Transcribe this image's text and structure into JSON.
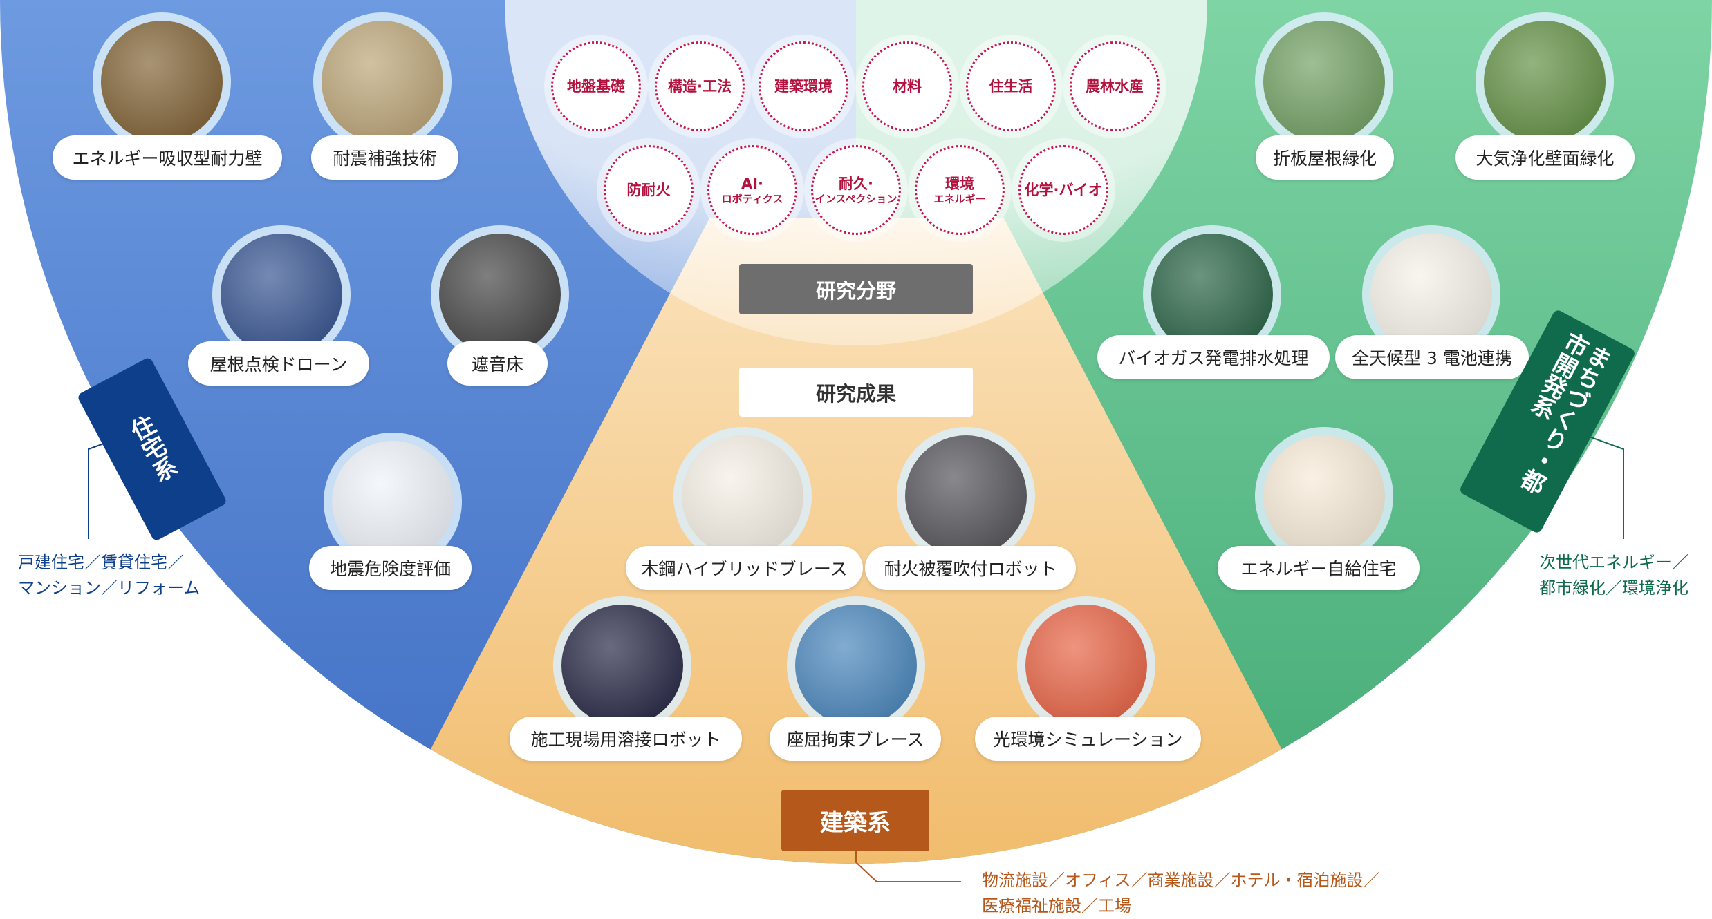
{
  "colors": {
    "housing": "#0d3f8a",
    "architecture": "#b5581c",
    "urban": "#0f6b4c",
    "field_text": "#b3123f",
    "blue_bg": "#4f80d0",
    "orange_bg": "#f3c482",
    "green_bg": "#55b985"
  },
  "research_fields": [
    {
      "label": "地盤基礎"
    },
    {
      "label": "構造·工法"
    },
    {
      "label": "建築環境"
    },
    {
      "label": "材料"
    },
    {
      "label": "住生活"
    },
    {
      "label": "農林水産"
    },
    {
      "label": "防耐火"
    },
    {
      "label": "AI·",
      "sub": "ロボティクス"
    },
    {
      "label": "耐久·",
      "sub": "インスペクション"
    },
    {
      "label": "環境",
      "sub": "エネルギー"
    },
    {
      "label": "化学·バイオ"
    }
  ],
  "research_field_label": "研究分野",
  "research_results_label": "研究成果",
  "results": [
    {
      "label": "エネルギー吸収型耐力壁",
      "thumb": "#7a5a2a"
    },
    {
      "label": "耐震補強技術",
      "thumb": "#b8a070"
    },
    {
      "label": "屋根点検ドローン",
      "thumb": "#2b4a8a"
    },
    {
      "label": "遮音床",
      "thumb": "#3a3a3a"
    },
    {
      "label": "地震危険度評価",
      "thumb": "#eef3fa"
    },
    {
      "label": "木鋼ハイブリッドブレース",
      "thumb": "#f4efe4"
    },
    {
      "label": "耐火被覆吹付ロボット",
      "thumb": "#4a4a50"
    },
    {
      "label": "施工現場用溶接ロボット",
      "thumb": "#1a1a3a"
    },
    {
      "label": "座屈拘束ブレース",
      "thumb": "#3f7fb8"
    },
    {
      "label": "光環境シミュレーション",
      "thumb": "#e65a3a"
    },
    {
      "label": "折板屋根緑化",
      "thumb": "#6a9a5a"
    },
    {
      "label": "大気浄化壁面緑化",
      "thumb": "#5a8a3a"
    },
    {
      "label": "バイオガス発電排水処理",
      "thumb": "#1d5a3a"
    },
    {
      "label": "全天候型 3 電池連携",
      "thumb": "#f5f1e8"
    },
    {
      "label": "エネルギー自給住宅",
      "thumb": "#f7ead6"
    }
  ],
  "categories": {
    "housing": {
      "label": "住宅系",
      "desc1": "戸建住宅／賃貸住宅／",
      "desc2": "マンション／リフォーム"
    },
    "architecture": {
      "label": "建築系",
      "desc1": "物流施設／オフィス／商業施設／ホテル・宿泊施設／",
      "desc2": "医療福祉施設／工場"
    },
    "urban": {
      "label": "まちづくり・都市開発系",
      "desc1": "次世代エネルギー／",
      "desc2": "都市緑化／環境浄化"
    }
  }
}
